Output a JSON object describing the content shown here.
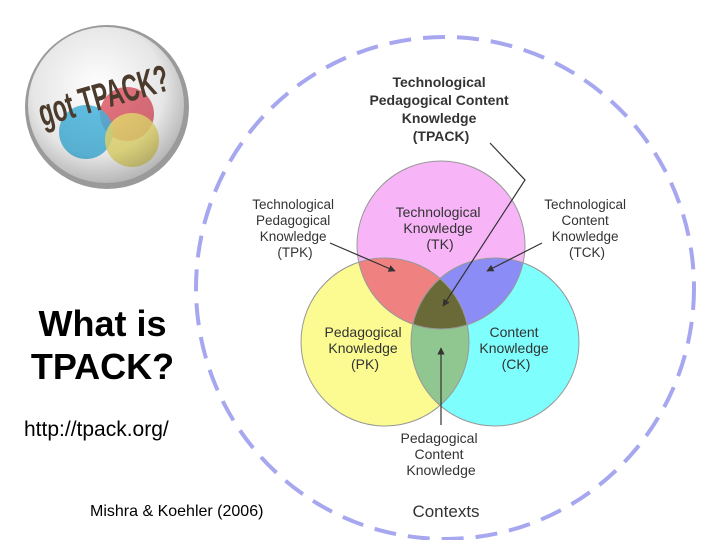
{
  "badge": {
    "text": "got TPACK?"
  },
  "slide": {
    "title_line1": "What is",
    "title_line2": "TPACK?",
    "url": "http://tpack.org/",
    "citation": "Mishra & Koehler (2006)"
  },
  "diagram": {
    "tpack_label": [
      "Technological",
      "Pedagogical Content",
      "Knowledge",
      "(TPACK)"
    ],
    "tpk_label": [
      "Technological",
      "Pedagogical",
      "Knowledge",
      "(TPK)"
    ],
    "tck_label": [
      "Technological",
      "Content",
      "Knowledge",
      "(TCK)"
    ],
    "tk_label": [
      "Technological",
      "Knowledge",
      "(TK)"
    ],
    "pk_label": [
      "Pedagogical",
      "Knowledge",
      "(PK)"
    ],
    "ck_label": [
      "Content",
      "Knowledge",
      "(CK)"
    ],
    "pck_label": [
      "Pedagogical",
      "Content",
      "Knowledge"
    ],
    "contexts_label": "Contexts"
  },
  "colors": {
    "tk": "#f7b5f7",
    "pk": "#fbfb91",
    "ck": "#7ffefe",
    "tpk": "#f08181",
    "tck": "#8c8cf6",
    "pck": "#90c68f",
    "tpack": "#6a6a38",
    "contexts_ring": "#a7a7f0"
  }
}
